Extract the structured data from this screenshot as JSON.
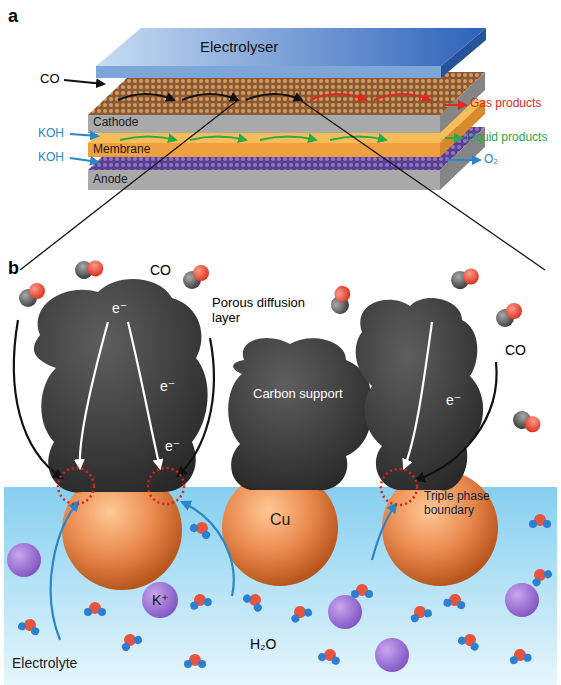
{
  "diagram": {
    "nodes": [
      {
        "text": [
          "Electrolyser"
        ]
      },
      {
        "text": [
          "Cathode"
        ]
      },
      {
        "text": [
          "Membrane"
        ]
      },
      {
        "text": [
          "Anode"
        ]
      },
      {
        "text": [
          "Carbon support"
        ]
      },
      {
        "text": [
          "Cu"
        ]
      },
      {
        "text": [
          "Electrolyte"
        ]
      },
      {
        "text": [
          "K⁺"
        ],
        "in": 6
      }
    ],
    "labels": [
      "a",
      "CO",
      "Gas products",
      "KOH",
      "Liquid products",
      "KOH",
      "O₂",
      "b",
      "CO",
      "Porous diffusion layer",
      "CO",
      "e⁻",
      "e⁻",
      "e⁻",
      "e⁻",
      "Triple phase boundary",
      "H₂O"
    ]
  }
}
